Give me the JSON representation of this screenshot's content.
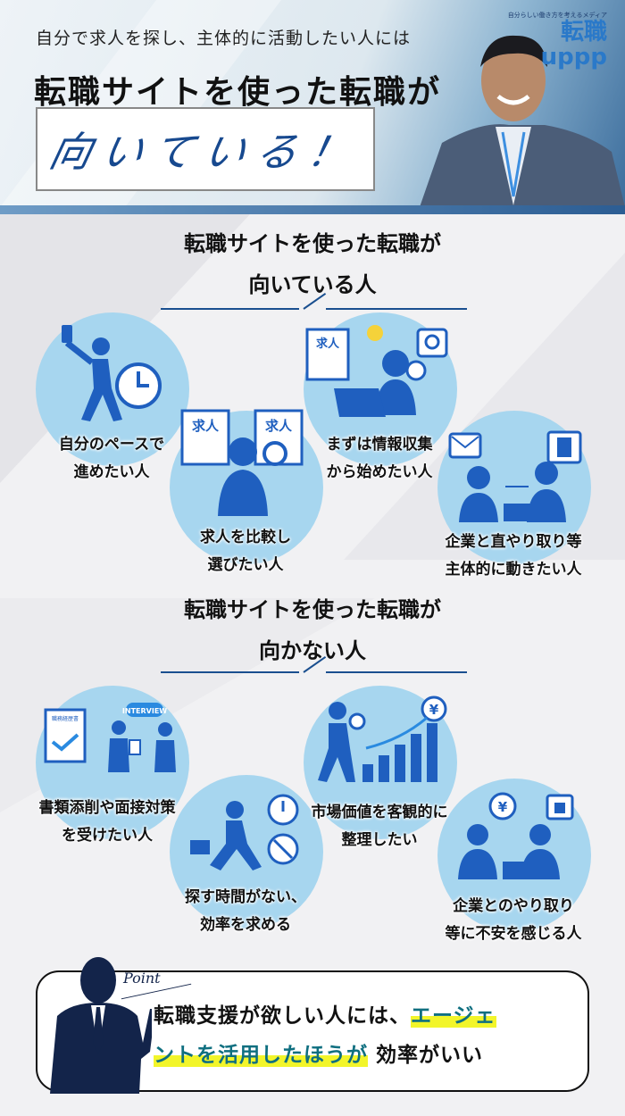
{
  "header": {
    "subtitle": "自分で求人を探し、主体的に活動したい人には",
    "title": "転職サイトを使った転職が",
    "emphasis": "向いている！",
    "logo": {
      "tagline": "自分らしい働き方を考えるメディア",
      "name": "転職 uppp"
    }
  },
  "suited": {
    "heading_line1": "転職サイトを使った転職が",
    "heading_line2": "向いている人",
    "items": [
      {
        "line1": "自分のペースで",
        "line2": "進めたい人",
        "icon": "walking-phone-clock-icon"
      },
      {
        "line1": "求人を比較し",
        "line2": "選びたい人",
        "icon": "compare-jobs-icon",
        "labels": [
          "求人",
          "求人"
        ]
      },
      {
        "line1": "まずは情報収集",
        "line2": "から始めたい人",
        "icon": "research-laptop-icon",
        "labels": [
          "求人"
        ]
      },
      {
        "line1": "企業と直やり取り等",
        "line2": "主体的に動きたい人",
        "icon": "company-communication-icon"
      }
    ]
  },
  "unsuited": {
    "heading_line1": "転職サイトを使った転職が",
    "heading_line2": "向かない人",
    "items": [
      {
        "line1": "書類添削や面接対策",
        "line2": "を受けたい人",
        "icon": "interview-icon",
        "labels": [
          "職務経歴書",
          "INTERVIEW"
        ]
      },
      {
        "line1": "探す時間がない、",
        "line2": "効率を求める",
        "icon": "running-busy-icon"
      },
      {
        "line1": "市場価値を客観的に",
        "line2": "整理したい",
        "icon": "market-value-chart-icon",
        "labels": [
          "¥"
        ]
      },
      {
        "line1": "企業とのやり取り",
        "line2": "等に不安を感じる人",
        "icon": "worried-person-icon",
        "labels": [
          "¥"
        ]
      }
    ]
  },
  "point": {
    "label": "Point",
    "text1": "転職支援が欲しい人には、",
    "highlight1": "エージェ",
    "highlight2": "ントを活用したほうが",
    "text2": "効率がいい"
  },
  "colors": {
    "icon_blue": "#1f5fbf",
    "circle": "#a7d6ef",
    "navy": "#13244a",
    "highlight": "#f2f52a"
  }
}
